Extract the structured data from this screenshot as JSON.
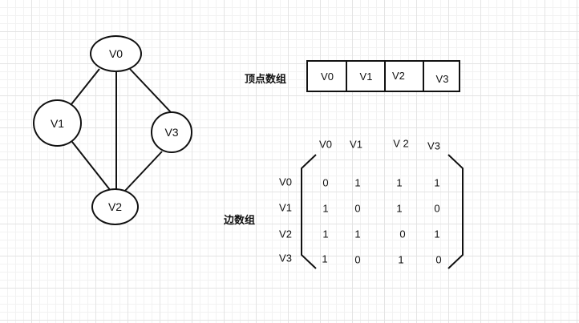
{
  "graph": {
    "vertices": [
      {
        "id": "V0",
        "label": "V0"
      },
      {
        "id": "V1",
        "label": "V1"
      },
      {
        "id": "V2",
        "label": "V2"
      },
      {
        "id": "V3",
        "label": "V3"
      }
    ],
    "edges": [
      [
        "V0",
        "V1"
      ],
      [
        "V0",
        "V2"
      ],
      [
        "V0",
        "V3"
      ],
      [
        "V1",
        "V2"
      ],
      [
        "V2",
        "V3"
      ]
    ]
  },
  "vertex_array": {
    "title": "顶点数组",
    "cells": [
      "V0",
      "V1",
      "V2",
      "V3"
    ]
  },
  "edge_array": {
    "title": "边数组",
    "col_headers": [
      "V0",
      "V1",
      "V 2",
      "V3"
    ],
    "row_headers": [
      "V0",
      "V1",
      "V2",
      "V3"
    ],
    "rows": [
      [
        "0",
        "1",
        "1",
        "1"
      ],
      [
        "1",
        "0",
        "1",
        "0"
      ],
      [
        "1",
        "1",
        "0",
        "1"
      ],
      [
        "1",
        "0",
        "1",
        "0"
      ]
    ]
  }
}
